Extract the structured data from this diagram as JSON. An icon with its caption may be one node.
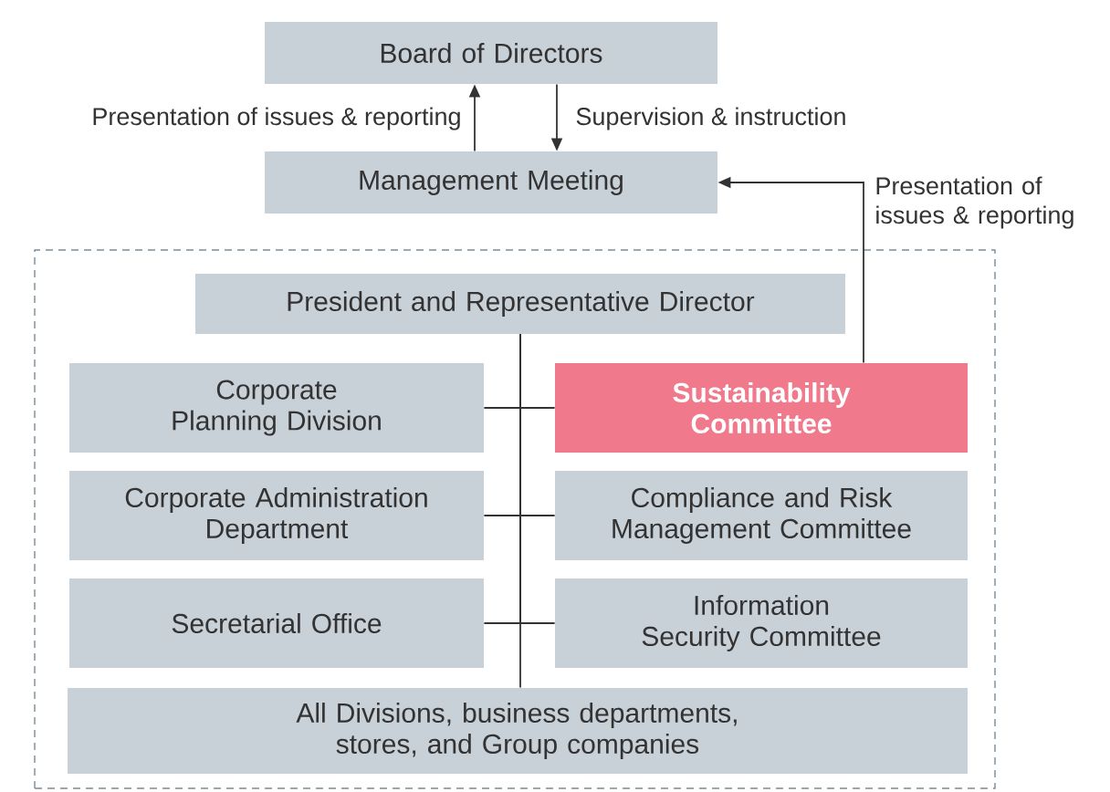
{
  "diagram": {
    "nodes": [
      {
        "text": [
          "Board of Directors"
        ]
      },
      {
        "text": [
          "Management Meeting"
        ]
      },
      {
        "text": [],
        "shape": "box"
      },
      {
        "text": [
          "President and Representative Director"
        ],
        "in": 2
      },
      {
        "text": [
          "Corporate Planning Division"
        ],
        "in": 2
      },
      {
        "text": [
          "Sustainability Committee"
        ],
        "in": 2
      },
      {
        "text": [
          "Corporate Administration Department"
        ],
        "in": 2
      },
      {
        "text": [
          "Compliance and Risk Management Committee"
        ],
        "in": 2
      },
      {
        "text": [
          "Secretarial Office"
        ],
        "in": 2
      },
      {
        "text": [
          "Information Security Committee"
        ],
        "in": 2
      },
      {
        "text": [
          "All Divisions, business departments, stores, and Group companies"
        ],
        "in": 2
      }
    ],
    "edges": [
      {
        "from": 1,
        "to": 0,
        "arrow": "to",
        "label": "Presentation of issues & reporting"
      },
      {
        "from": 0,
        "to": 1,
        "arrow": "to",
        "label": "Supervision & instruction"
      },
      {
        "from": 5,
        "to": 1,
        "arrow": "to",
        "label": "Presentation of issues & reporting"
      },
      {
        "from": 3,
        "to": 4,
        "arrow": "none"
      },
      {
        "from": 3,
        "to": 5,
        "arrow": "none"
      },
      {
        "from": 3,
        "to": 6,
        "arrow": "none"
      },
      {
        "from": 3,
        "to": 7,
        "arrow": "none"
      },
      {
        "from": 3,
        "to": 8,
        "arrow": "none"
      },
      {
        "from": 3,
        "to": 9,
        "arrow": "none"
      },
      {
        "from": 3,
        "to": 10,
        "arrow": "none"
      }
    ]
  }
}
